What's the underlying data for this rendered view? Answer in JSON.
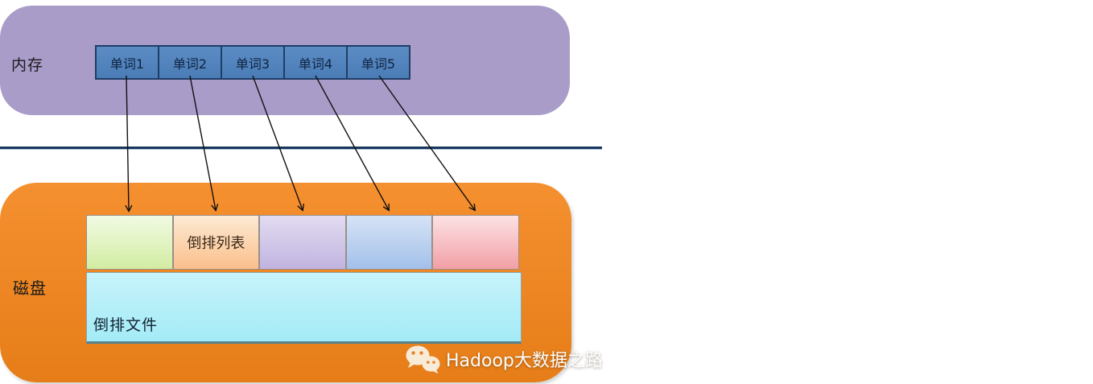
{
  "diagram": {
    "memory": {
      "label": "内存",
      "words": [
        "单词1",
        "单词2",
        "单词3",
        "单词4",
        "单词5"
      ]
    },
    "disk": {
      "label": "磁盘",
      "inverted_list_label": "倒排列表",
      "inverted_file_label": "倒排文件"
    },
    "watermark": {
      "icon": "wechat-icon",
      "text": "Hadoop大数据之路"
    },
    "colors": {
      "memory_panel": "#a99cc9",
      "word_cell_fill": "#4e80ba",
      "word_cell_border": "#1f3e66",
      "divider_line": "#17365d",
      "disk_panel": "#ee8424",
      "disk_cell_green": "#d2eda2",
      "disk_cell_orange": "#fbbf8c",
      "disk_cell_purple": "#c1b4e0",
      "disk_cell_blue": "#a3c0ea",
      "disk_cell_pink": "#f2a0a5",
      "inverted_file_fill": "#a9edf8",
      "arrow": "#111111"
    }
  }
}
